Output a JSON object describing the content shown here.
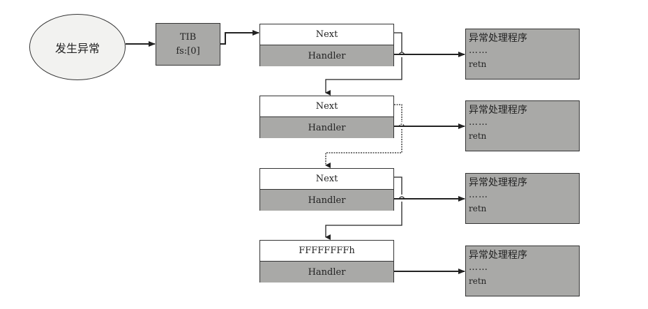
{
  "diagram": {
    "start": {
      "label": "发生异常"
    },
    "tib": {
      "line1": "TIB",
      "line2": "fs:[0]"
    },
    "records": [
      {
        "next": "Next",
        "handler": "Handler",
        "link_to_next": "solid"
      },
      {
        "next": "Next",
        "handler": "Handler",
        "link_to_next": "dotted"
      },
      {
        "next": "Next",
        "handler": "Handler",
        "link_to_next": "solid"
      },
      {
        "next": "FFFFFFFFh",
        "handler": "Handler",
        "link_to_next": "none"
      }
    ],
    "handlers": [
      {
        "title": "异常处理程序",
        "body": "……",
        "ret": "retn"
      },
      {
        "title": "异常处理程序",
        "body": "……",
        "ret": "retn"
      },
      {
        "title": "异常处理程序",
        "body": "……",
        "ret": "retn"
      },
      {
        "title": "异常处理程序",
        "body": "……",
        "ret": "retn"
      }
    ],
    "colors": {
      "fill_gray": "#a9a9a7",
      "line": "#222222",
      "ellipse_fill": "#f2f2f0"
    }
  }
}
